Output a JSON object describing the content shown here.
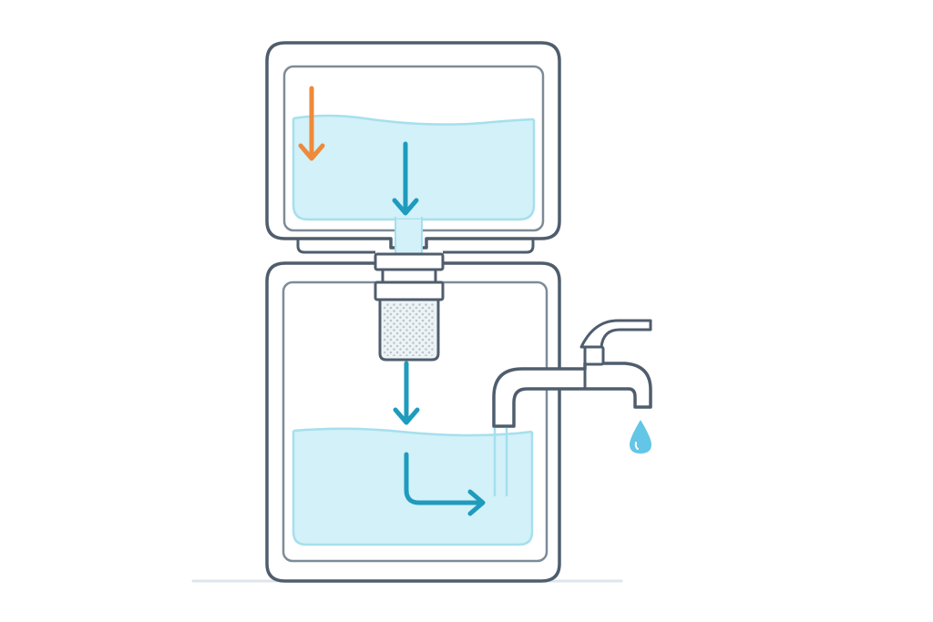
{
  "colors": {
    "background": "#ffffff",
    "outline": "#4f5d6d",
    "inner_outline": "#7d8b98",
    "water_fill": "#d2f1f8",
    "water_surface": "#a6dfee",
    "flow_arrow": "#1e9bbd",
    "input_arrow": "#ee8a3a",
    "filter_mesh": "#b9c6cf",
    "filter_fill": "#eef3f6",
    "droplet": "#63c6e6",
    "ground_line": "#dfe4ea",
    "faucet_fill": "#ffffff"
  },
  "components": [
    "upper-reservoir",
    "lower-reservoir",
    "filter-cartridge",
    "spigot",
    "water-droplet"
  ],
  "arrows": [
    {
      "name": "input-arrow",
      "color_key": "input_arrow"
    },
    {
      "name": "upper-flow-arrow",
      "color_key": "flow_arrow"
    },
    {
      "name": "lower-flow-arrow",
      "color_key": "flow_arrow"
    },
    {
      "name": "outflow-arrow",
      "color_key": "flow_arrow"
    }
  ]
}
